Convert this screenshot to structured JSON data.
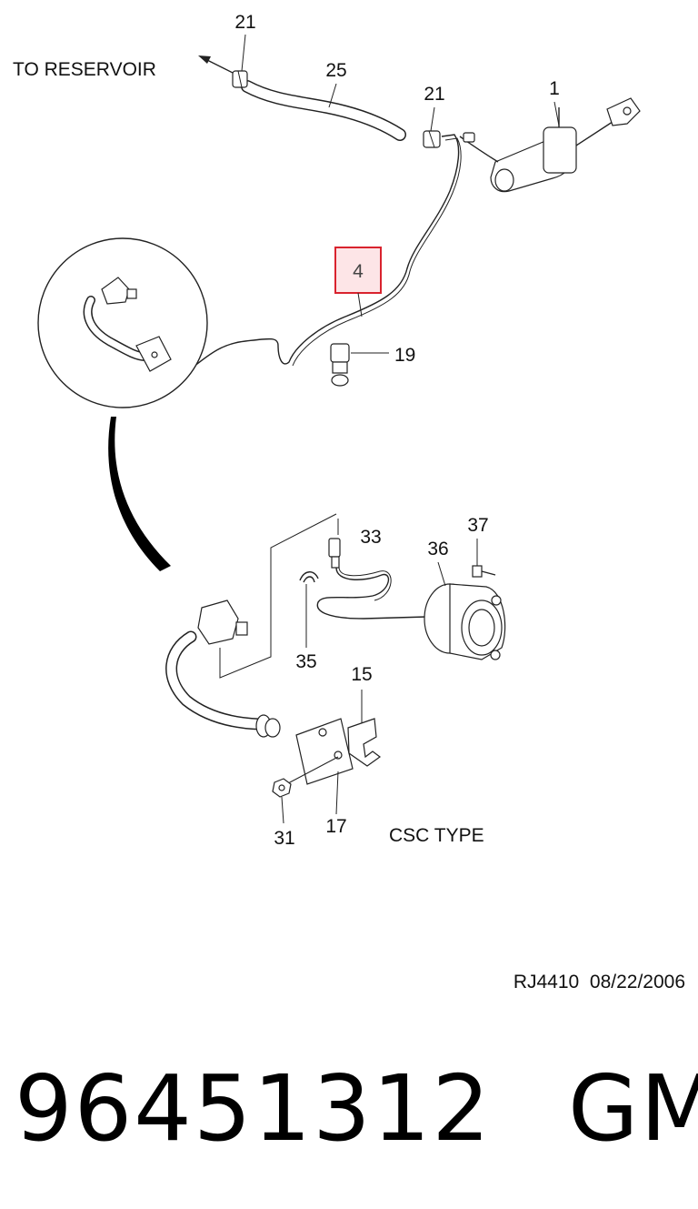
{
  "diagram": {
    "direction_label": "TO RESERVOIR",
    "type_label": "CSC TYPE",
    "callouts": {
      "c21a": "21",
      "c25": "25",
      "c21b": "21",
      "c1": "1",
      "c4": "4",
      "c19": "19",
      "c33": "33",
      "c37": "37",
      "c36": "36",
      "c35": "35",
      "c15": "15",
      "c31": "31",
      "c17": "17"
    },
    "highlight_color": "#d9232e",
    "highlight_fill": "#fde5e7"
  },
  "footer": {
    "ref_code": "RJ4410",
    "ref_date": "08/22/2006",
    "part_number": "96451312",
    "brand": "GM"
  }
}
